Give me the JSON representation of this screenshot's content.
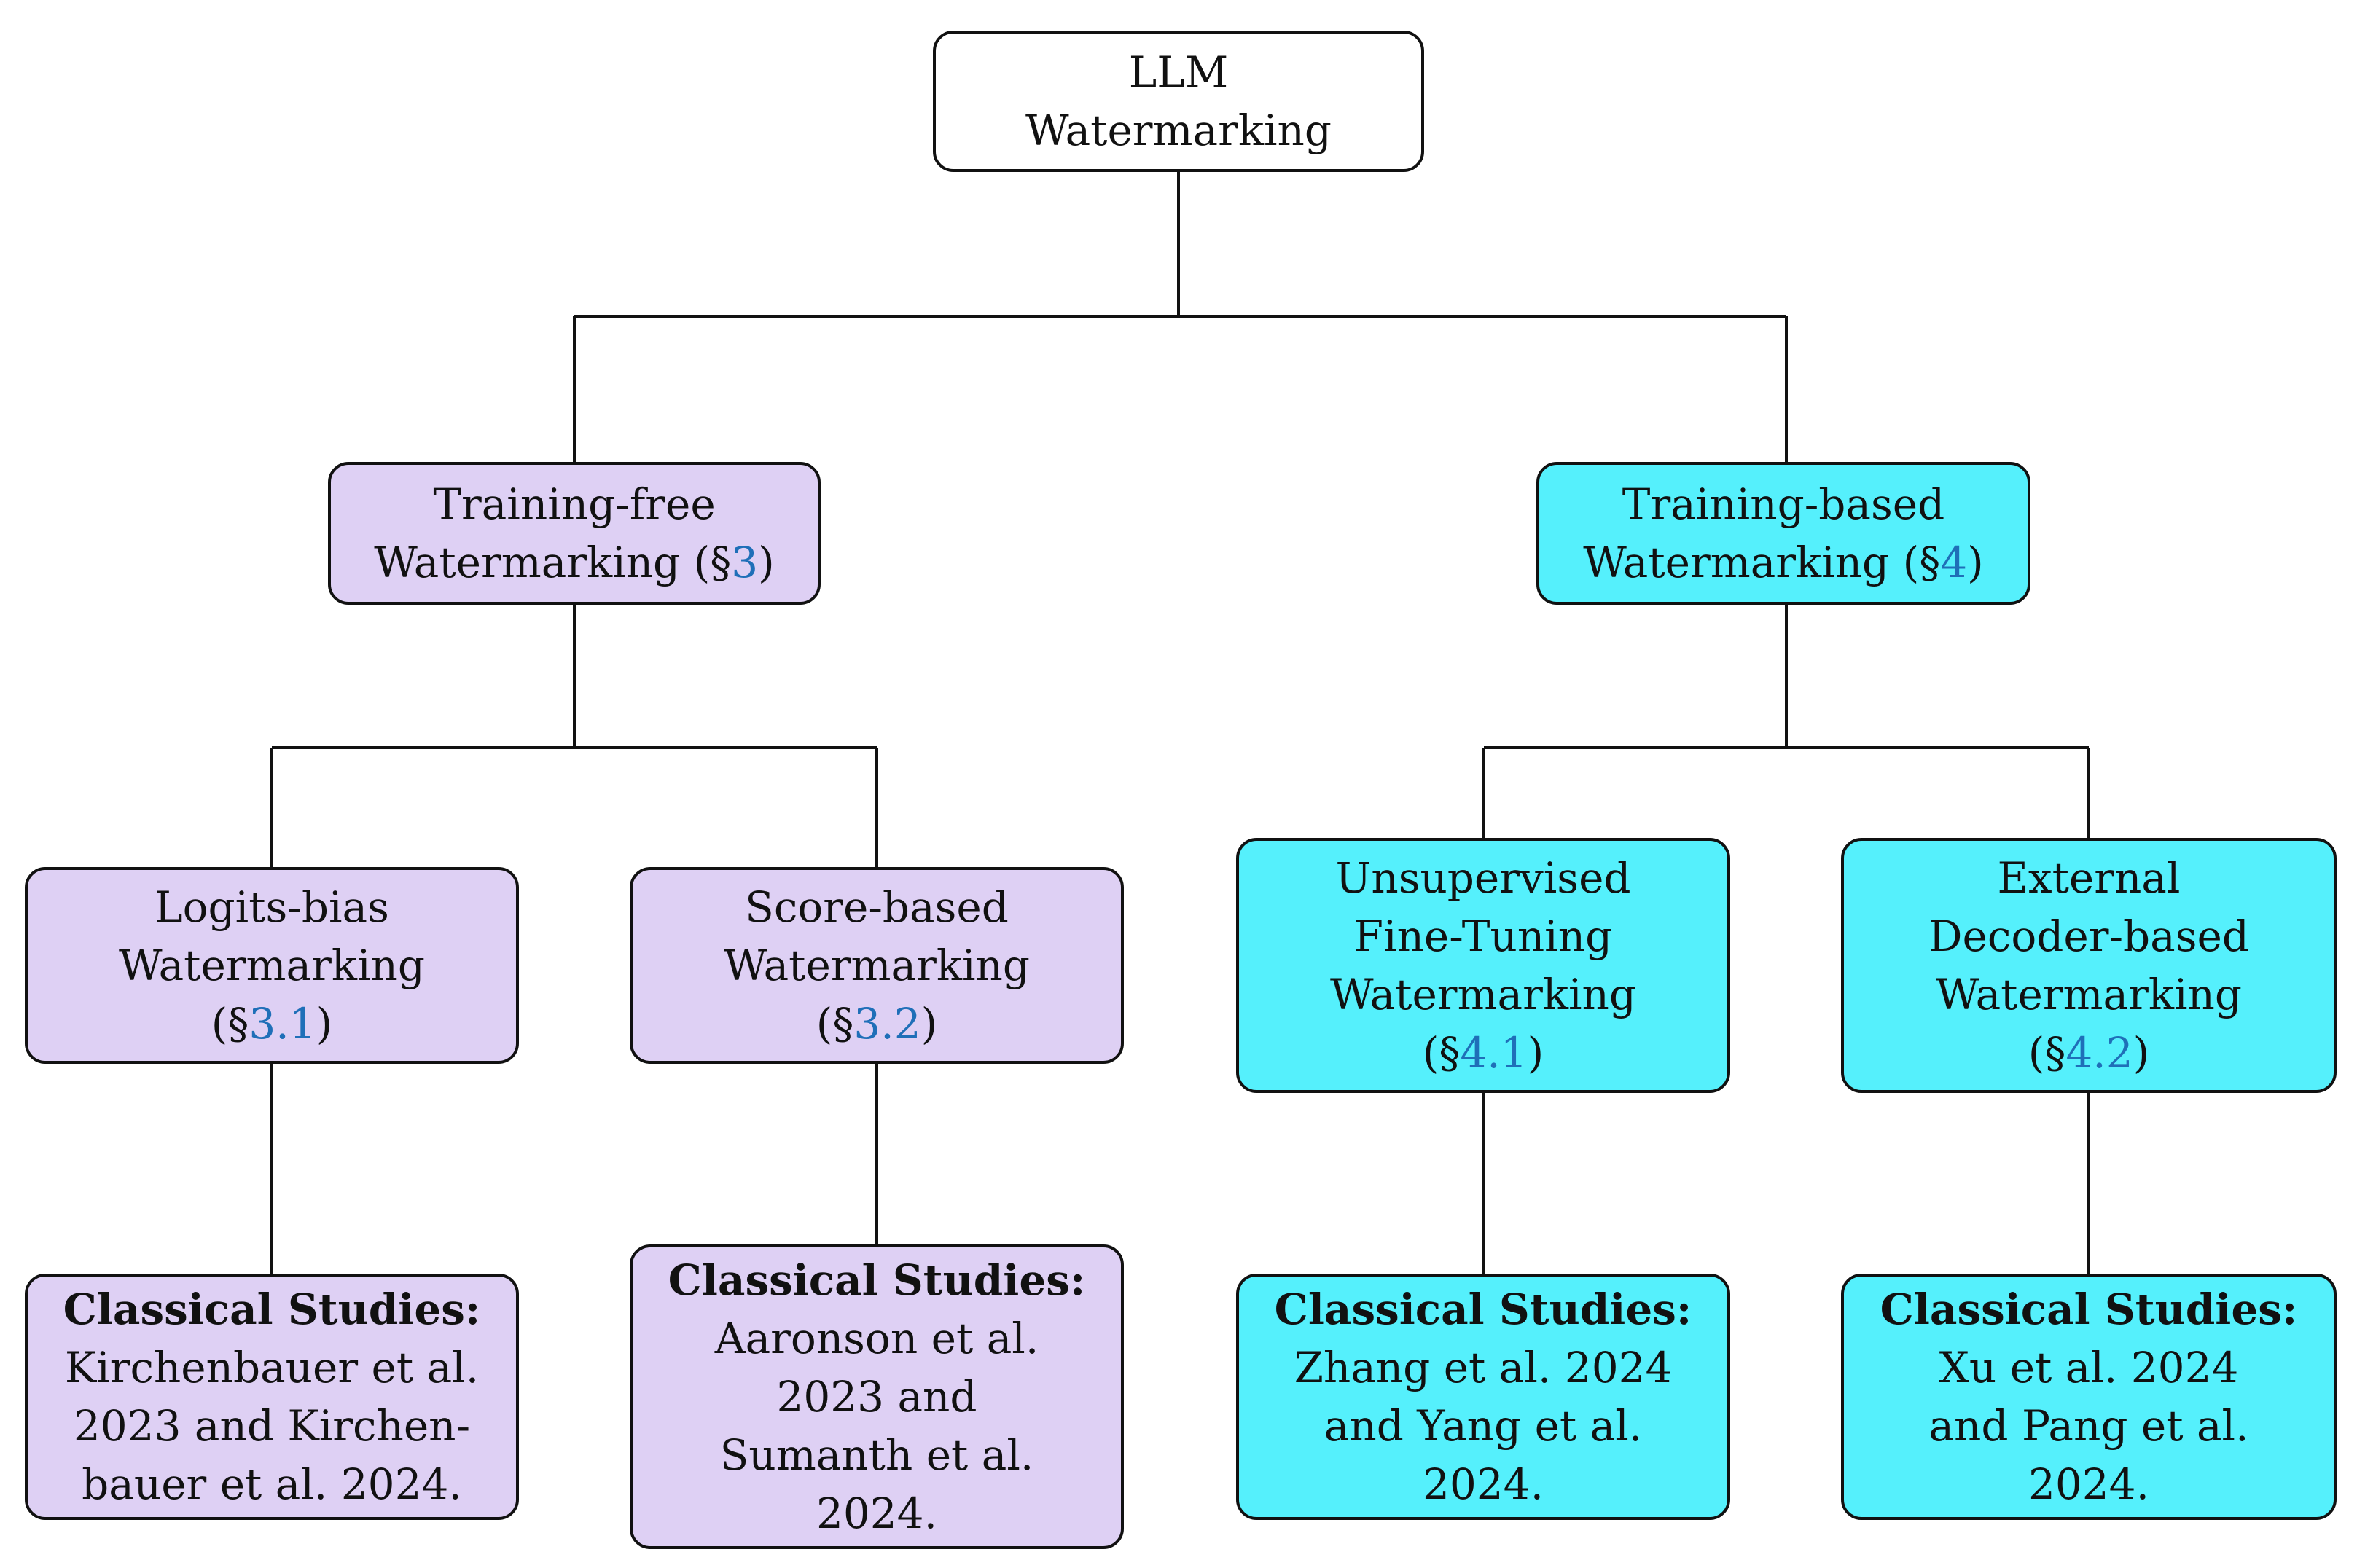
{
  "root": {
    "line1": "LLM",
    "line2": "Watermarking"
  },
  "training_free": {
    "line1": "Training-free",
    "line2": "Watermarking (§",
    "ref": "3",
    "close": ")"
  },
  "training_based": {
    "line1": "Training-based",
    "line2": "Watermarking (§",
    "ref": "4",
    "close": ")"
  },
  "logits_bias": {
    "line1": "Logits-bias",
    "line2": "Watermarking",
    "open": "(§",
    "ref": "3.1",
    "close": ")"
  },
  "score_based": {
    "line1": "Score-based",
    "line2": "Watermarking",
    "open": "(§",
    "ref": "3.2",
    "close": ")"
  },
  "unsupervised": {
    "line1": "Unsupervised",
    "line2": "Fine-Tuning",
    "line3": "Watermarking",
    "open": "(§",
    "ref": "4.1",
    "close": ")"
  },
  "external": {
    "line1": "External",
    "line2": "Decoder-based",
    "line3": "Watermarking",
    "open": "(§",
    "ref": "4.2",
    "close": ")"
  },
  "studies_label": "Classical Studies:",
  "studies_logits": [
    "Kirchenbauer et al.",
    "2023 and Kirchen-",
    "bauer et al.  2024."
  ],
  "studies_score": [
    "Aaronson et al.",
    "2023 and",
    "Sumanth et al.",
    "2024."
  ],
  "studies_unsup": [
    "Zhang et al.  2024",
    "and Yang et al.",
    "2024."
  ],
  "studies_external": [
    "Xu et al.  2024",
    "and Pang et al.",
    "2024."
  ],
  "colors": {
    "lavender": "#ded0f4",
    "cyan": "#55f0fc",
    "ref_blue": "#1f6fb8"
  }
}
